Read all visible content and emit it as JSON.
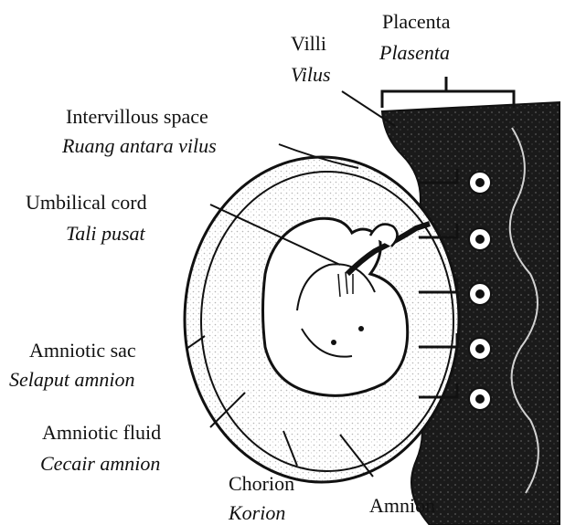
{
  "labels": {
    "placenta": {
      "en": "Placenta",
      "ms": "Plasenta"
    },
    "villi": {
      "en": "Villi",
      "ms": "Vilus"
    },
    "intervillous": {
      "en": "Intervillous space",
      "ms": "Ruang antara vilus"
    },
    "umbilical": {
      "en": "Umbilical cord",
      "ms": "Tali pusat"
    },
    "amniotic_sac": {
      "en": "Amniotic sac",
      "ms": "Selaput amnion"
    },
    "amniotic_fluid": {
      "en": "Amniotic fluid",
      "ms": "Cecair amnion"
    },
    "chorion": {
      "en": "Chorion",
      "ms": "Korion"
    },
    "amnion": {
      "en": "Amnion"
    }
  },
  "colors": {
    "ink": "#111111",
    "placenta_dark": "#1a1a1a",
    "stipple": "#c9c9c9",
    "background": "#ffffff"
  }
}
